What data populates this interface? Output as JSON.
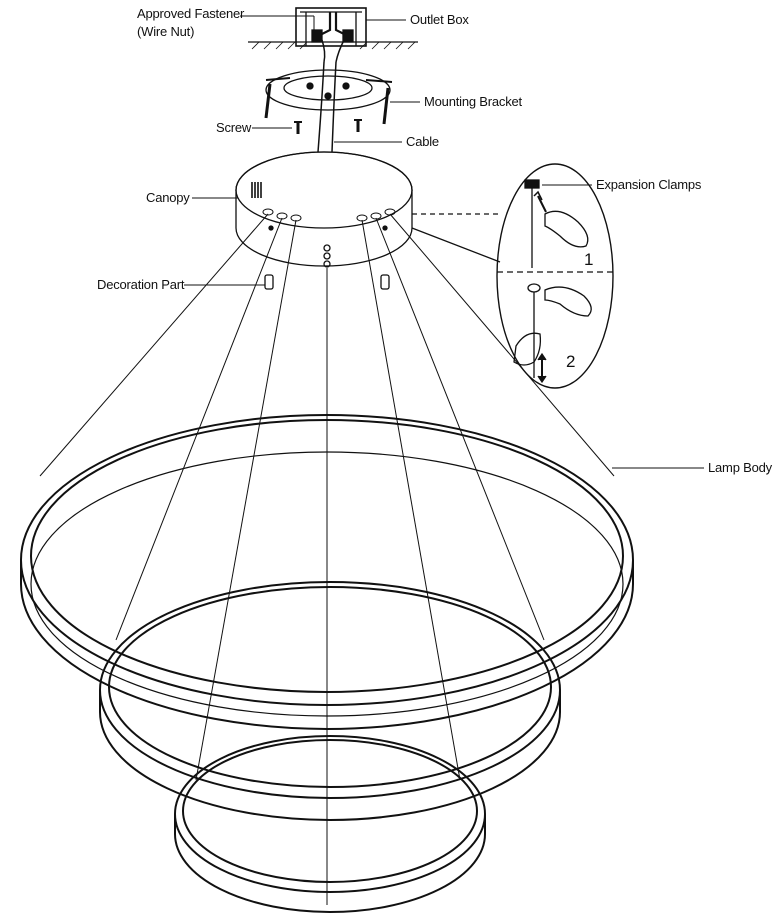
{
  "labels": {
    "approved_fastener": "Approved Fastener",
    "wire_nut": "(Wire Nut)",
    "outlet_box": "Outlet Box",
    "mounting_bracket": "Mounting Bracket",
    "screw": "Screw",
    "cable": "Cable",
    "canopy": "Canopy",
    "expansion_clamps": "Expansion Clamps",
    "decoration_part": "Decoration Part",
    "lamp_body": "Lamp Body"
  },
  "steps": {
    "step1": "1",
    "step2": "2"
  },
  "colors": {
    "line": "#111111",
    "background": "#ffffff"
  }
}
